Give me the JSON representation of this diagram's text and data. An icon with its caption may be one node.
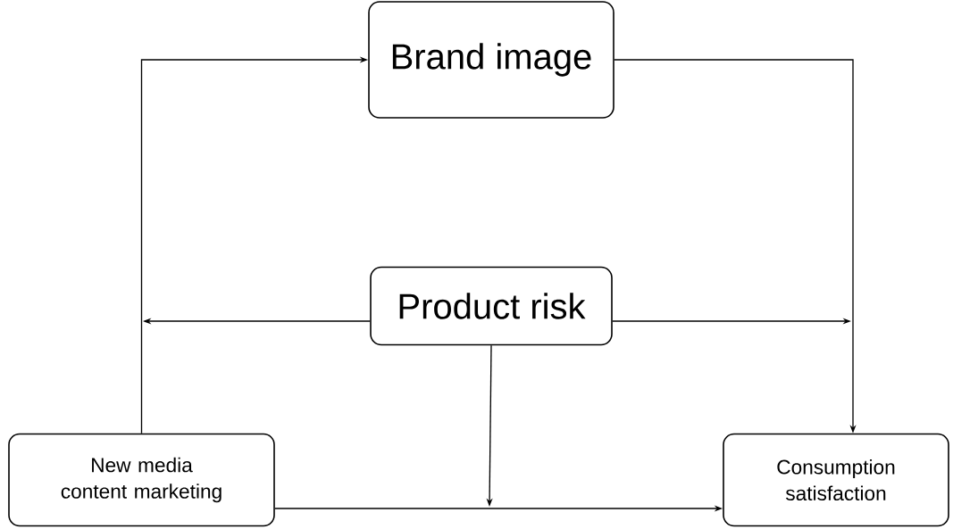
{
  "diagram": {
    "nodes": [
      {
        "text": [
          "Brand image"
        ]
      },
      {
        "text": [
          "Product risk"
        ]
      },
      {
        "text": [
          "New media content marketing"
        ]
      },
      {
        "text": [
          "Consumption satisfaction"
        ]
      }
    ],
    "edges": [
      {
        "from": 2,
        "to": 0,
        "arrow": "to"
      },
      {
        "from": 0,
        "to": 3,
        "arrow": "to"
      },
      {
        "from": 2,
        "to": 3,
        "arrow": "to"
      },
      {
        "from": 1,
        "to": null,
        "arrow": "to"
      },
      {
        "from": 1,
        "to": null,
        "arrow": "to"
      },
      {
        "from": 1,
        "to": null,
        "arrow": "to"
      }
    ]
  }
}
